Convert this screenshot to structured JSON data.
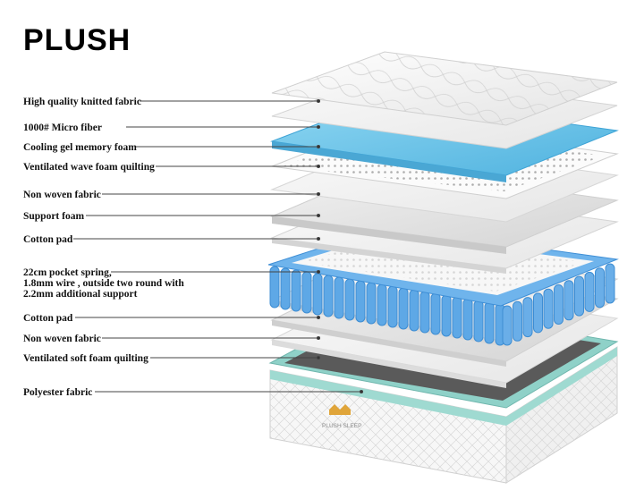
{
  "title": "PLUSH",
  "brand": {
    "logo_text": "PLUSH SLEEP"
  },
  "colors": {
    "accent_blue": "#5ea8e6",
    "gel_blue": "#6cc5ea",
    "border_teal": "#8fd1c8",
    "top_panel_grey": "#5a5a5a"
  },
  "layers": [
    {
      "id": "knitted",
      "lines": [
        "High quality knitted fabric"
      ]
    },
    {
      "id": "microfiber",
      "lines": [
        "1000# Micro fiber"
      ]
    },
    {
      "id": "gel",
      "lines": [
        "Cooling gel memory foam"
      ]
    },
    {
      "id": "wave",
      "lines": [
        "Ventilated wave foam quilting"
      ]
    },
    {
      "id": "nonwoven1",
      "lines": [
        "Non woven fabric"
      ]
    },
    {
      "id": "support",
      "lines": [
        "Support foam"
      ]
    },
    {
      "id": "cotton1",
      "lines": [
        "Cotton pad"
      ]
    },
    {
      "id": "spring",
      "lines": [
        "22cm pocket spring,",
        "1.8mm wire , outside two round with",
        "2.2mm additional support"
      ]
    },
    {
      "id": "cotton2",
      "lines": [
        "Cotton pad"
      ]
    },
    {
      "id": "nonwoven2",
      "lines": [
        "Non woven fabric"
      ]
    },
    {
      "id": "softfoam",
      "lines": [
        "Ventilated soft foam quilting"
      ]
    },
    {
      "id": "polyester",
      "lines": [
        "Polyester fabric"
      ]
    }
  ]
}
